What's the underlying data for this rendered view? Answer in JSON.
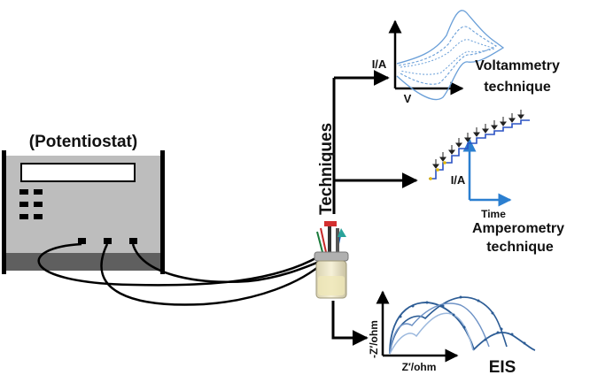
{
  "device": {
    "title": "(Potentiostat)"
  },
  "branch_label": "Techniques",
  "voltammetry": {
    "y_axis": "I/A",
    "x_axis": "V",
    "name_line1": "Voltammetry",
    "name_line2": "technique"
  },
  "amperometry": {
    "y_axis": "I/A",
    "x_axis": "Time",
    "name_line1": "Amperometry",
    "name_line2": "technique"
  },
  "eis": {
    "y_axis": "-Z′/ohm",
    "x_axis": "Z′/ohm",
    "name": "EIS"
  },
  "colors": {
    "device_body": "#bdbdbd",
    "device_base": "#5f5f5f",
    "axis": "#000000",
    "amperometry_axis": "#2b7fd0",
    "voltammetry_curve": "#6a9fd8",
    "amperometry_trace": "#2a52c4",
    "eis_curve_dark": "#2c5c95",
    "eis_curve_light": "#9bb8dd"
  },
  "icons": [
    "potentiostat-icon",
    "electrochemical-cell-icon",
    "cable-icon",
    "arrow-icon"
  ]
}
